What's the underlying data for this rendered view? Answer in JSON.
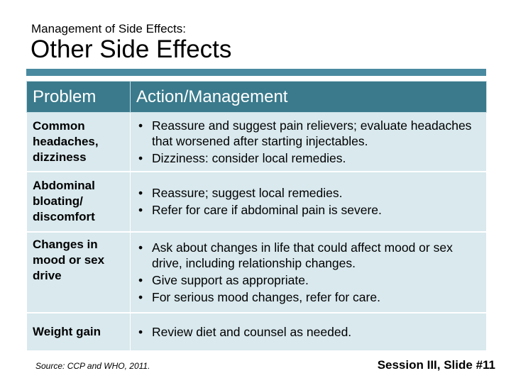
{
  "slide": {
    "subtitle": "Management of Side Effects:",
    "title": "Other Side Effects",
    "table": {
      "headers": [
        "Problem",
        "Action/Management"
      ],
      "rows": [
        {
          "problem": "Common headaches, dizziness",
          "actions": [
            "Reassure and suggest pain relievers; evaluate headaches that worsened after starting injectables.",
            "Dizziness: consider local remedies."
          ]
        },
        {
          "problem": "Abdominal bloating/ discomfort",
          "actions": [
            "Reassure; suggest local remedies.",
            "Refer for care if abdominal pain is severe."
          ]
        },
        {
          "problem": "Changes in mood or sex drive",
          "actions": [
            "Ask about changes in life that could affect mood or sex drive, including relationship changes.",
            "Give support as appropriate.",
            "For serious mood changes, refer for care."
          ]
        },
        {
          "problem": "Weight gain",
          "actions": [
            "Review diet and counsel as needed."
          ]
        }
      ]
    },
    "source": "Source: CCP and WHO, 2011.",
    "session": "Session III, Slide #11"
  }
}
